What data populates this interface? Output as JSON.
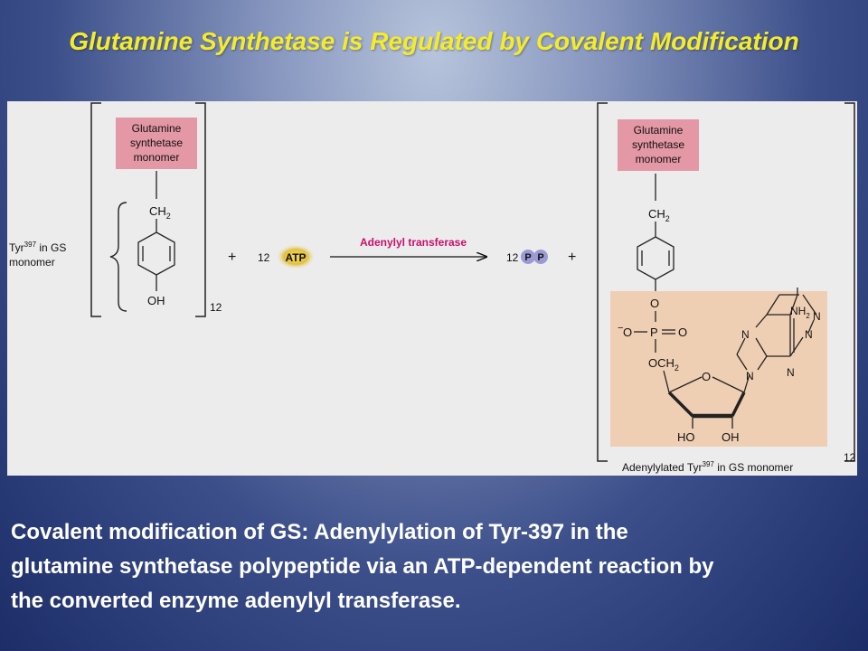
{
  "title": "Glutamine Synthetase is Regulated by Covalent Modification",
  "left": {
    "monomer_box": [
      "Glutamine",
      "synthetase",
      "monomer"
    ],
    "tyr_label_prefix": "Tyr",
    "tyr_label_sup": "397",
    "tyr_label_suffix": " in GS",
    "tyr_label_line2": "monomer",
    "ch2": "CH",
    "ch2_sub": "2",
    "oh": "OH",
    "stoich": "12"
  },
  "reaction": {
    "plus1": "+",
    "atp_coeff": "12",
    "atp": "ATP",
    "enzyme": "Adenylyl transferase",
    "pp_coeff": "12",
    "p1": "P",
    "p2": "P",
    "plus2": "+"
  },
  "right": {
    "monomer_box": [
      "Glutamine",
      "synthetase",
      "monomer"
    ],
    "ch2": "CH",
    "ch2_sub": "2",
    "o_link": "O",
    "phosphate_minus": "−",
    "phosphate_o_left": "O",
    "phosphate_p": "P",
    "phosphate_o_right": "O",
    "och2": "OCH",
    "och2_sub": "2",
    "ring_o": "O",
    "nh2": "NH",
    "nh2_sub": "2",
    "n": "N",
    "ho": "HO",
    "oh": "OH",
    "stoich": "12",
    "footer_prefix": "Adenylylated Tyr",
    "footer_sup": "397",
    "footer_suffix": " in GS monomer"
  },
  "colors": {
    "title": "#f4ec2a",
    "monomer_box": "#e497a4",
    "adenosine_box": "#efcfb4",
    "enzyme_text": "#c8106c",
    "atp_glow": "#e3c13c",
    "phosphate_circle": "#9c9ad4"
  },
  "caption": [
    "Covalent modification of GS:  Adenylylation of Tyr-397 in the",
    "glutamine synthetase polypeptide via an ATP-dependent reaction by",
    "the converted enzyme adenylyl transferase."
  ]
}
